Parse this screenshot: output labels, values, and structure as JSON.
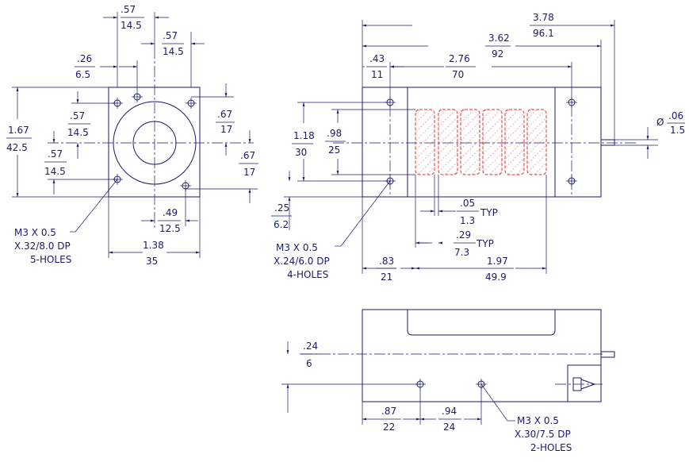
{
  "front_view": {
    "dim_top_057": ".57",
    "dim_top_145": "14.5",
    "dim_top2_057": ".57",
    "dim_top2_145": "14.5",
    "dim_026": ".26",
    "dim_65": "6.5",
    "dim_167": "1.67",
    "dim_425": "42.5",
    "dim_l_057": ".57",
    "dim_l_145": "14.5",
    "dim_l2_057": ".57",
    "dim_l2_145": "14.5",
    "dim_r_067": ".67",
    "dim_r_17": "17",
    "dim_r2_067": ".67",
    "dim_r2_17": "17",
    "dim_049": ".49",
    "dim_125": "12.5",
    "dim_138": "1.38",
    "dim_35": "35",
    "note_line1": "M3 X 0.5",
    "note_line2": "X.32/8.0 DP",
    "note_line3": "5-HOLES"
  },
  "side_view": {
    "dim_378": "3.78",
    "dim_961": "96.1",
    "dim_362": "3.62",
    "dim_92": "92",
    "dim_043": ".43",
    "dim_11": "11",
    "dim_276": "2.76",
    "dim_70": "70",
    "dim_118": "1.18",
    "dim_30": "30",
    "dim_098": ".98",
    "dim_25": "25",
    "dim_phi": "Ø",
    "dim_006": ".06",
    "dim_15": "1.5",
    "dim_005": ".05",
    "dim_13": "1.3",
    "typ1": "TYP",
    "dim_029": ".29",
    "dim_73": "7.3",
    "typ2": "TYP",
    "dim_025": ".25",
    "dim_62": "6.2",
    "dim_083": ".83",
    "dim_21": "21",
    "dim_197": "1.97",
    "dim_499": "49.9",
    "note_line1": "M3 X 0.5",
    "note_line2": "X.24/6.0 DP",
    "note_line3": "4-HOLES"
  },
  "bottom_view": {
    "dim_024": ".24",
    "dim_6": "6",
    "dim_087": ".87",
    "dim_22": "22",
    "dim_094": ".94",
    "dim_24": "24",
    "note_line1": "M3 X 0.5",
    "note_line2": "X.30/7.5 DP",
    "note_line3": "2-HOLES"
  },
  "colors": {
    "line": "#1a1a6e",
    "hatch": "#e03030"
  }
}
